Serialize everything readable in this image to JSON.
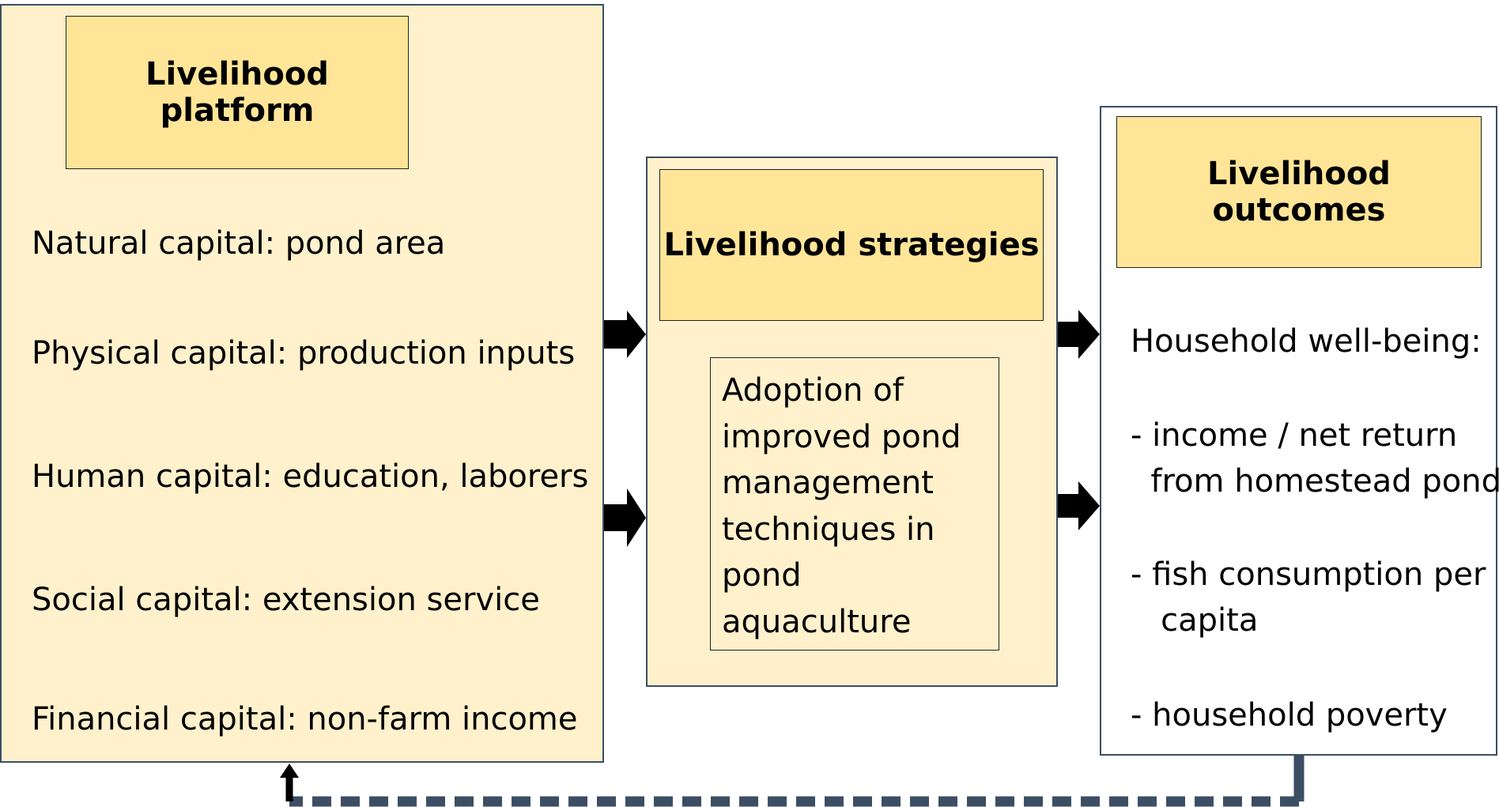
{
  "platform": {
    "title": "Livelihood platform",
    "capitals": [
      "Natural capital: pond area",
      "Physical capital: production inputs",
      "Human capital: education, laborers",
      "Social capital: extension service",
      "Financial capital: non-farm income"
    ]
  },
  "strategies": {
    "title": "Livelihood strategies",
    "inner_text": "Adoption of\nimproved pond\nmanagement\ntechniques in\npond\naquaculture"
  },
  "outcomes": {
    "title": "Livelihood outcomes",
    "heading": "Household well-being:",
    "items": [
      "- income / net return\n  from homestead pond",
      "- fish consumption per\n   capita",
      "- household poverty"
    ]
  },
  "colors": {
    "panel_fill": "#fff1cc",
    "header_fill": "#ffe598",
    "border": "#3c4e63",
    "feedback_line": "#3c4e63",
    "arrow": "#000000"
  }
}
